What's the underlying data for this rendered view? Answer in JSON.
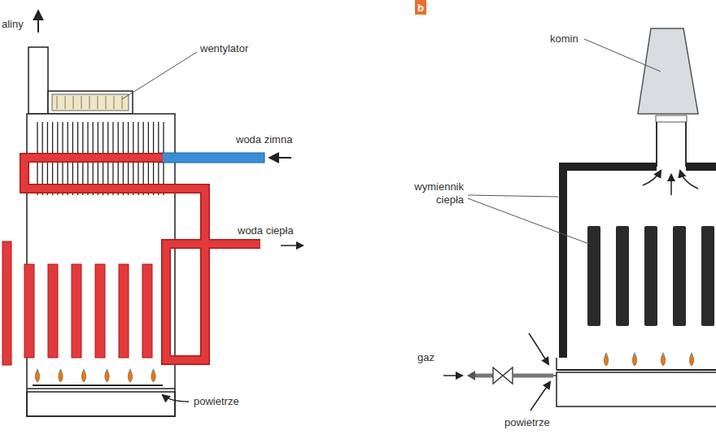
{
  "diagram": {
    "nodes": [
      {
        "text": [
          "b"
        ]
      }
    ],
    "edges": [],
    "labels": [
      "aliny",
      "wentylator",
      "woda zimna",
      "woda ciepła",
      "powietrze",
      "komin",
      "wymiennik ciepła",
      "gaz",
      "powietrze"
    ]
  }
}
